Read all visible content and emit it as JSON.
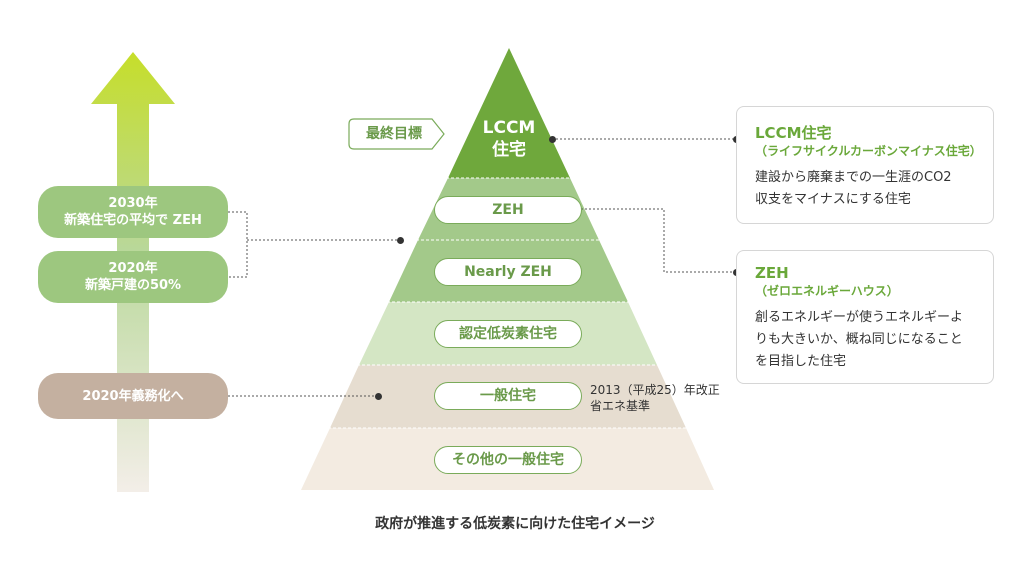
{
  "left_column": {
    "pill_2030": {
      "line1": "2030年",
      "line2": "新築住宅の平均で ZEH"
    },
    "pill_2020_new": {
      "line1": "2020年",
      "line2": "新築戸建の50%"
    },
    "pill_2020_mandatory": {
      "label": "2020年義務化へ"
    }
  },
  "pyramid": {
    "top": {
      "line1": "LCCM",
      "line2": "住宅"
    },
    "tiers": [
      "ZEH",
      "Nearly ZEH",
      "認定低炭素住宅",
      "一般住宅",
      "その他の一般住宅"
    ],
    "final_goal_callout": "最終目標",
    "standard_note": {
      "line1": "2013（平成25）年改正",
      "line2": "省エネ基準"
    }
  },
  "cards": {
    "lccm": {
      "title": "LCCM住宅",
      "subtitle": "（ライフサイクルカーボンマイナス住宅）",
      "body_line1": "建設から廃棄までの一生涯のCO2",
      "body_line2": "収支をマイナスにする住宅"
    },
    "zeh": {
      "title": "ZEH",
      "subtitle": "（ゼロエネルギーハウス）",
      "body_line1": "創るエネルギーが使うエネルギーよ",
      "body_line2": "りも大きいか、概ね同じになること",
      "body_line3": "を目指した住宅"
    }
  },
  "caption": "政府が推進する低炭素に向けた住宅イメージ",
  "colors": {
    "tier_top": "#6fa83c",
    "tier_zeh": "#a3c98a",
    "tier_nearly": "#a3c98a",
    "tier_low_carbon": "#d4e6c4",
    "tier_general": "#e6ddd0",
    "tier_other": "#f3ebe1",
    "arrow_top": "#c6de2a",
    "arrow_bottom": "#f1ece6"
  }
}
